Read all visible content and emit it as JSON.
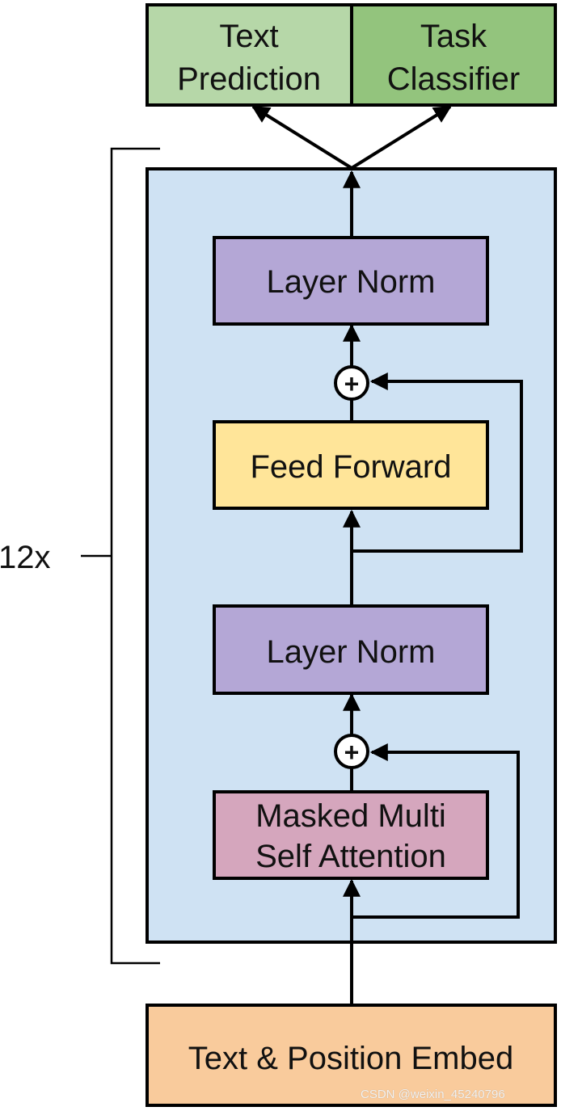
{
  "outputs": {
    "text_prediction": [
      "Text",
      "Prediction"
    ],
    "task_classifier": [
      "Task",
      "Classifier"
    ]
  },
  "repeat_label": "12x",
  "blocks": {
    "layer_norm_top": "Layer Norm",
    "feed_forward": "Feed Forward",
    "layer_norm_bottom": "Layer Norm",
    "masked_attention": [
      "Masked Multi",
      "Self Attention"
    ],
    "embedding": "Text & Position Embed"
  },
  "residual_add_symbol": "+",
  "watermark": "CSDN @weixin_45240796",
  "colors": {
    "text_prediction": "#b6d7a8",
    "task_classifier": "#93c47d",
    "transformer_block": "#cfe2f3",
    "layer_norm": "#b4a7d6",
    "feed_forward": "#ffe599",
    "masked_attention": "#d5a6bd",
    "embedding": "#f9cb9c",
    "stroke": "#000000"
  }
}
